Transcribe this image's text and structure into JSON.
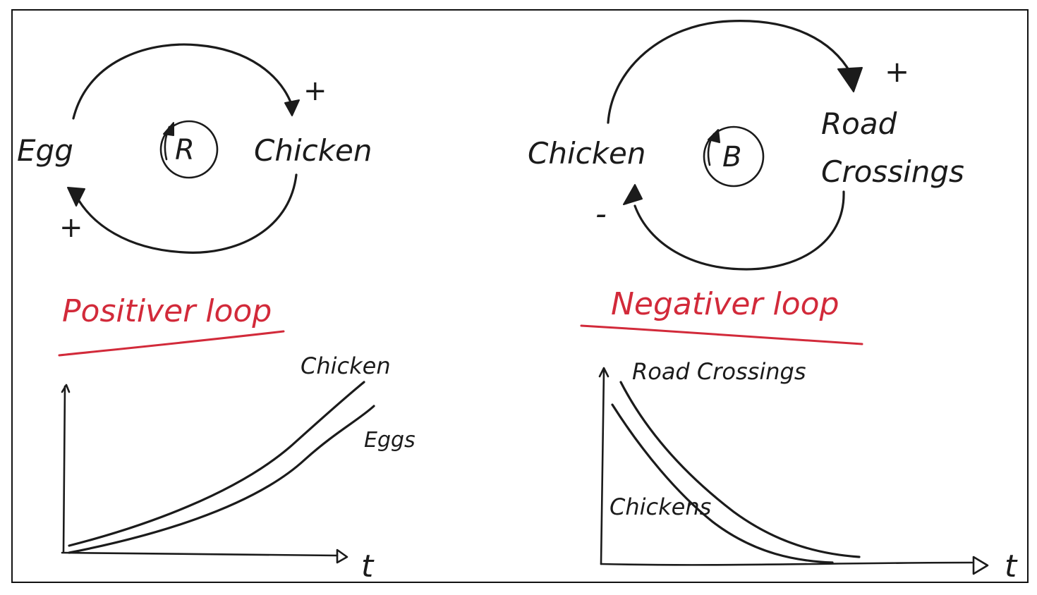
{
  "left_loop": {
    "node_a": "Egg",
    "node_b": "Chicken",
    "marker": "R",
    "sign_top": "+",
    "sign_bottom": "+",
    "caption": "Positiver loop",
    "graph": {
      "series_top": "Chicken",
      "series_bottom": "Eggs",
      "x_axis": "t"
    }
  },
  "right_loop": {
    "node_a": "Chicken",
    "node_b_line1": "Road",
    "node_b_line2": "Crossings",
    "marker": "B",
    "sign_top": "+",
    "sign_bottom": "-",
    "caption": "Negativer loop",
    "graph": {
      "series_top": "Road Crossings",
      "series_bottom": "Chickens",
      "x_axis": "t"
    }
  },
  "colors": {
    "ink": "#1b1b1b",
    "caption_red": "#d22a3a"
  }
}
